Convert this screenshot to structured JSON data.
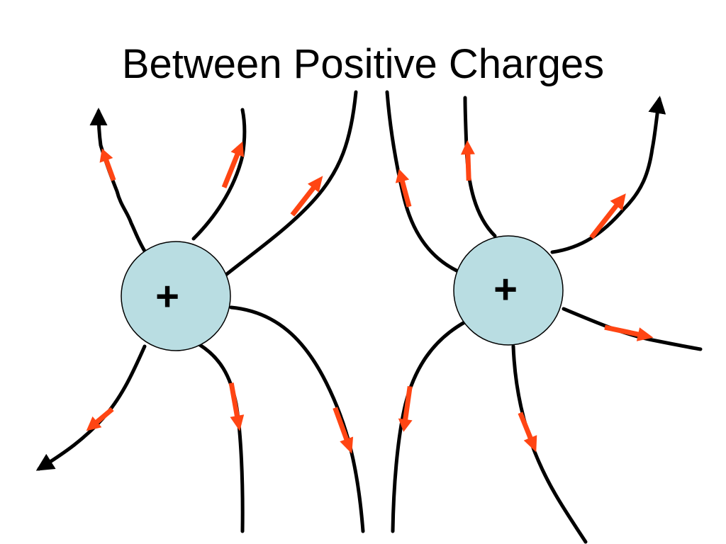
{
  "slide": {
    "title": "Between Positive Charges"
  },
  "charges": [
    {
      "sign": "+",
      "name": "left-charge"
    },
    {
      "sign": "+",
      "name": "right-charge"
    }
  ],
  "colors": {
    "line": "#000000",
    "arrow": "#ff4513",
    "charge_fill": "#b9dde2",
    "charge_stroke": "#000000",
    "background": "#ffffff"
  }
}
